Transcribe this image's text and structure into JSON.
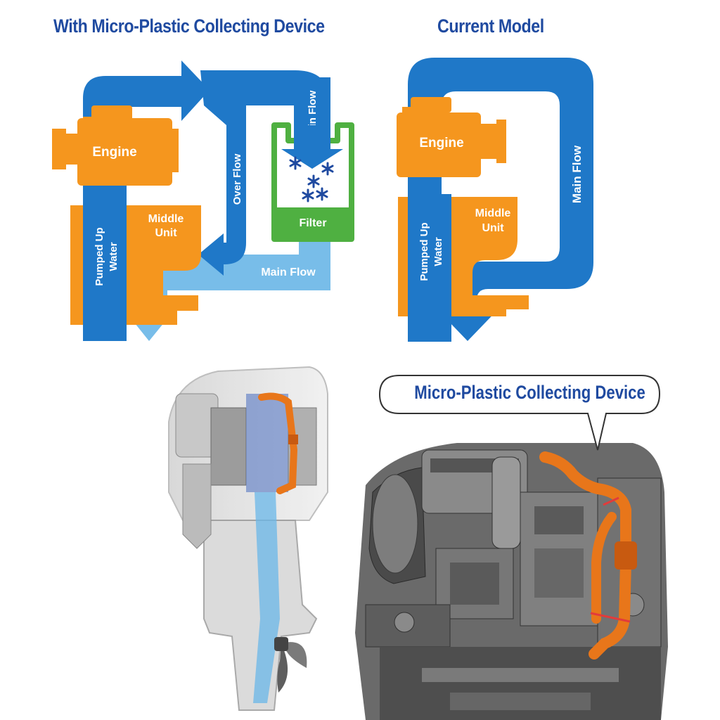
{
  "titles": {
    "left": "With Micro-Plastic Collecting Device",
    "right": "Current Model"
  },
  "left_diagram": {
    "engine": "Engine",
    "middle_unit_line1": "Middle",
    "middle_unit_line2": "Unit",
    "pumped_up_line1": "Pumped Up",
    "pumped_up_line2": "Water",
    "over_flow": "Over Flow",
    "main_flow_vertical": "Main Flow",
    "main_flow_bottom": "Main Flow",
    "filter": "Filter"
  },
  "right_diagram": {
    "engine": "Engine",
    "middle_unit_line1": "Middle",
    "middle_unit_line2": "Unit",
    "pumped_up_line1": "Pumped Up",
    "pumped_up_line2": "Water",
    "main_flow": "Main Flow"
  },
  "callout": {
    "label": "Micro-Plastic Collecting Device"
  },
  "colors": {
    "blue": "#1f78c8",
    "dark_blue": "#1f4aa0",
    "light_blue": "#78bde9",
    "orange": "#f5961e",
    "green": "#4fb041",
    "pipe_orange": "#e8761a"
  }
}
